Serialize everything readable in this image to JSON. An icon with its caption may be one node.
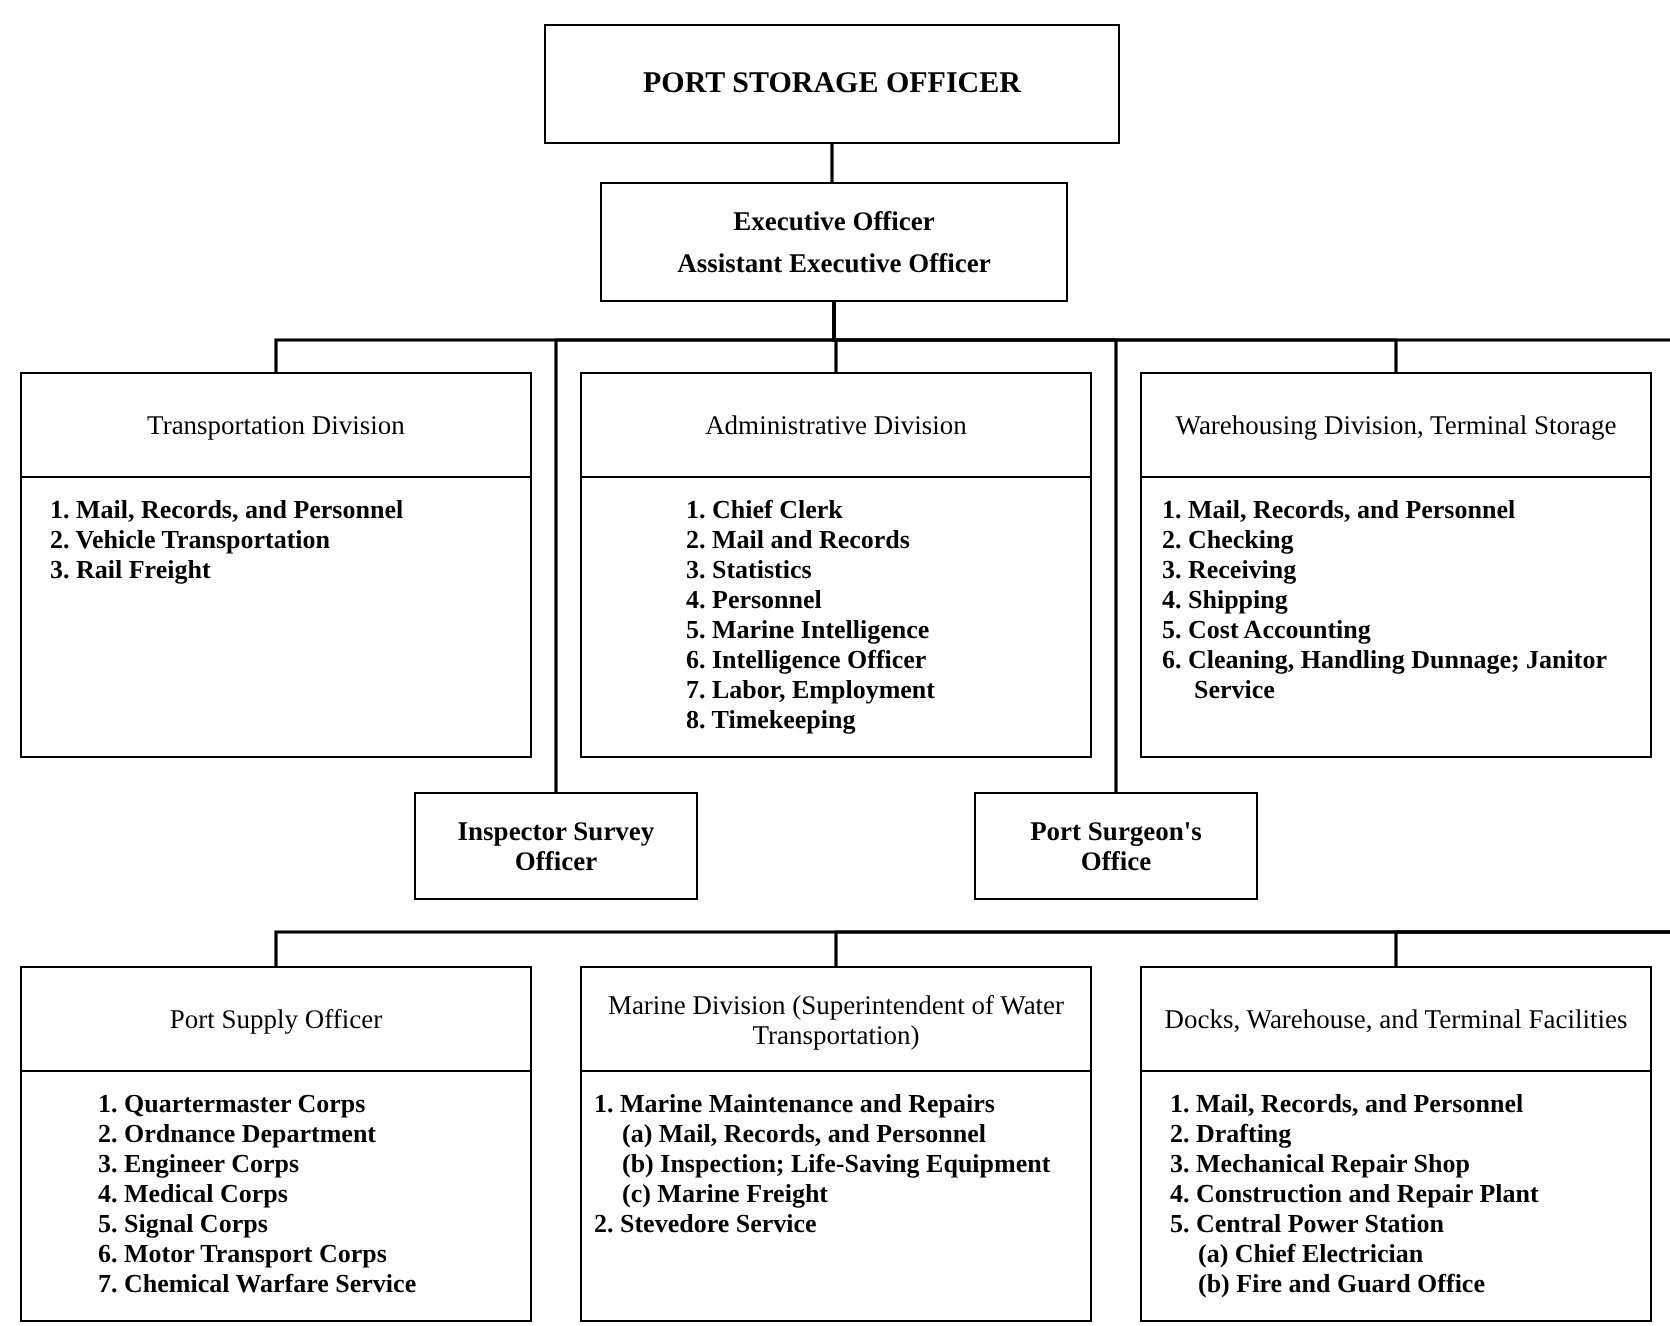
{
  "diagram": {
    "nodes": [
      {
        "text": [
          "PORT STORAGE OFFICER"
        ]
      },
      {
        "text": [
          "Executive Officer",
          "Assistant Executive Officer"
        ]
      },
      {
        "text": [
          "Transportation Division",
          "1. Mail, Records, and Personnel",
          "2. Vehicle Transportation",
          "3. Rail Freight"
        ]
      },
      {
        "text": [
          "Administrative Division",
          "1. Chief Clerk",
          "2. Mail and Records",
          "3. Statistics",
          "4. Personnel",
          "5. Marine Intelligence",
          "6. Intelligence Officer",
          "7. Labor, Employment",
          "8. Timekeeping"
        ]
      },
      {
        "text": [
          "Warehousing Division, Terminal Storage",
          "1. Mail, Records, and Personnel",
          "2. Checking",
          "3. Receiving",
          "4. Shipping",
          "5. Cost Accounting",
          "6. Cleaning, Handling Dunnage; Janitor Service"
        ]
      },
      {
        "text": [
          "Inspector Survey Officer"
        ]
      },
      {
        "text": [
          "Port Surgeon's Office"
        ]
      },
      {
        "text": [
          "Port Supply Officer",
          "1. Quartermaster Corps",
          "2. Ordnance Department",
          "3. Engineer Corps",
          "4. Medical Corps",
          "5. Signal Corps",
          "6. Motor Transport Corps",
          "7. Chemical Warfare Service"
        ]
      },
      {
        "text": [
          "Marine Division (Superintendent of Water Transportation)",
          "1. Marine Maintenance and Repairs",
          "(a) Mail, Records, and Personnel",
          "(b) Inspection; Life-Saving Equipment",
          "(c) Marine Freight",
          "2. Stevedore Service"
        ]
      },
      {
        "text": [
          "Docks, Warehouse, and Terminal Facilities",
          "1. Mail, Records, and Personnel",
          "2. Drafting",
          "3. Mechanical Repair Shop",
          "4. Construction and Repair Plant",
          "5. Central Power Station",
          "(a) Chief Electrician",
          "(b) Fire and Guard Office"
        ]
      }
    ],
    "edges": [
      {
        "from": 0,
        "to": 1,
        "arrow": "none"
      },
      {
        "from": 1,
        "to": 2,
        "arrow": "none"
      },
      {
        "from": 1,
        "to": 3,
        "arrow": "none"
      },
      {
        "from": 1,
        "to": 4,
        "arrow": "none"
      },
      {
        "from": 1,
        "to": 5,
        "arrow": "none"
      },
      {
        "from": 1,
        "to": 6,
        "arrow": "none"
      },
      {
        "from": 1,
        "to": null,
        "arrow": "none"
      },
      {
        "from": null,
        "to": 7,
        "arrow": "none"
      },
      {
        "from": null,
        "to": 8,
        "arrow": "none"
      },
      {
        "from": null,
        "to": 9,
        "arrow": "none"
      }
    ]
  }
}
